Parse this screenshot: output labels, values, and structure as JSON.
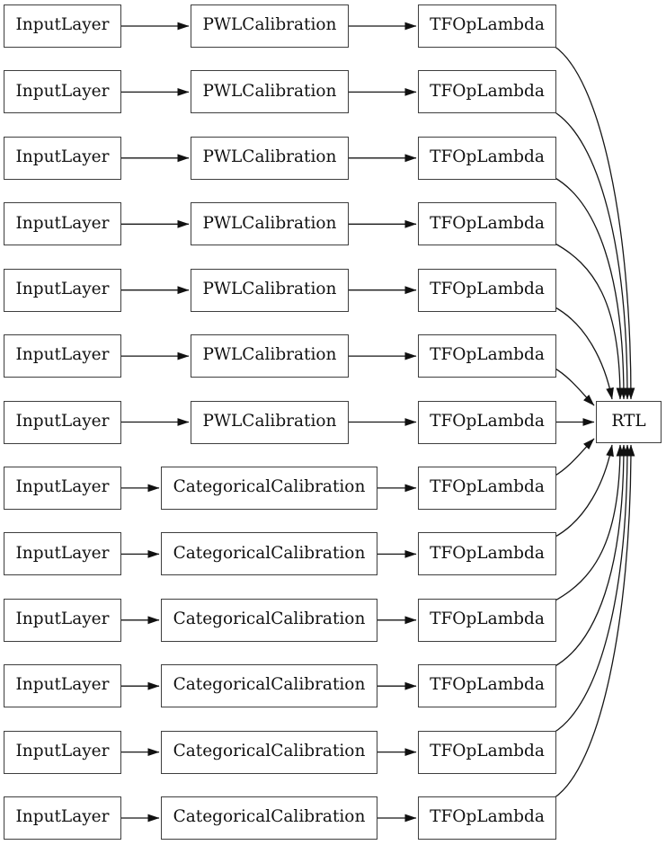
{
  "diagram": {
    "rtl_label": "RTL",
    "colors": {
      "background": "#ffffff",
      "node_border": "#3e3e3e",
      "edge": "#161616",
      "text": "#111111"
    },
    "rows": [
      {
        "input": "InputLayer",
        "calibration": "PWLCalibration",
        "op": "TFOpLambda"
      },
      {
        "input": "InputLayer",
        "calibration": "PWLCalibration",
        "op": "TFOpLambda"
      },
      {
        "input": "InputLayer",
        "calibration": "PWLCalibration",
        "op": "TFOpLambda"
      },
      {
        "input": "InputLayer",
        "calibration": "PWLCalibration",
        "op": "TFOpLambda"
      },
      {
        "input": "InputLayer",
        "calibration": "PWLCalibration",
        "op": "TFOpLambda"
      },
      {
        "input": "InputLayer",
        "calibration": "PWLCalibration",
        "op": "TFOpLambda"
      },
      {
        "input": "InputLayer",
        "calibration": "PWLCalibration",
        "op": "TFOpLambda"
      },
      {
        "input": "InputLayer",
        "calibration": "CategoricalCalibration",
        "op": "TFOpLambda"
      },
      {
        "input": "InputLayer",
        "calibration": "CategoricalCalibration",
        "op": "TFOpLambda"
      },
      {
        "input": "InputLayer",
        "calibration": "CategoricalCalibration",
        "op": "TFOpLambda"
      },
      {
        "input": "InputLayer",
        "calibration": "CategoricalCalibration",
        "op": "TFOpLambda"
      },
      {
        "input": "InputLayer",
        "calibration": "CategoricalCalibration",
        "op": "TFOpLambda"
      },
      {
        "input": "InputLayer",
        "calibration": "CategoricalCalibration",
        "op": "TFOpLambda"
      }
    ]
  }
}
